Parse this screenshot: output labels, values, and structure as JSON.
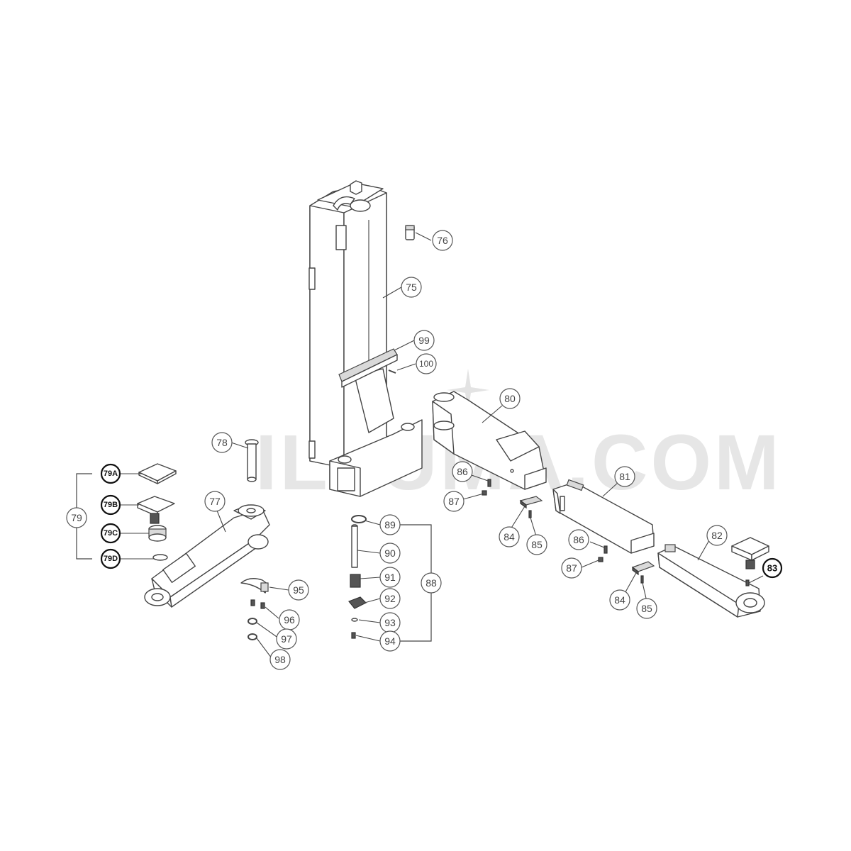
{
  "watermark": "ILLUMA.COM",
  "callouts": {
    "c75": "75",
    "c76": "76",
    "c77": "77",
    "c78": "78",
    "c79": "79",
    "c79a": "79A",
    "c79b": "79B",
    "c79c": "79C",
    "c79d": "79D",
    "c80": "80",
    "c81": "81",
    "c82": "82",
    "c83": "83",
    "c84a": "84",
    "c85a": "85",
    "c86a": "86",
    "c87a": "87",
    "c84b": "84",
    "c85b": "85",
    "c86b": "86",
    "c87b": "87",
    "c88": "88",
    "c89": "89",
    "c90": "90",
    "c91": "91",
    "c92": "92",
    "c93": "93",
    "c94": "94",
    "c95": "95",
    "c96": "96",
    "c97": "97",
    "c98": "98",
    "c99": "99",
    "c100": "100"
  }
}
